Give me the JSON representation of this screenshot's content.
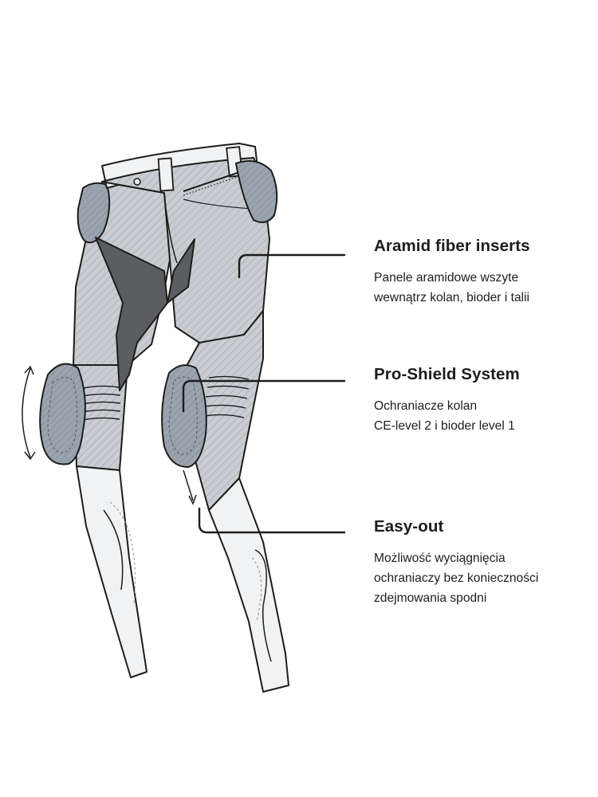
{
  "features": [
    {
      "title": "Aramid fiber inserts",
      "lines": [
        "Panele aramidowe wszyte",
        "wewnątrz kolan, bioder i talii"
      ]
    },
    {
      "title": "Pro-Shield System",
      "lines": [
        "Ochraniacze kolan",
        "CE-level 2 i bioder level 1"
      ]
    },
    {
      "title": "Easy-out",
      "lines": [
        "Możliwość wyciągnięcia",
        "ochraniaczy bez konieczności",
        "zdejmowania spodni"
      ]
    }
  ],
  "colors": {
    "ink": "#1d1d1b",
    "fabric": "#c9cdd2",
    "fabric_light": "#f1f2f3",
    "aramid": "#5b5d61",
    "protector": "#9aa4af"
  }
}
